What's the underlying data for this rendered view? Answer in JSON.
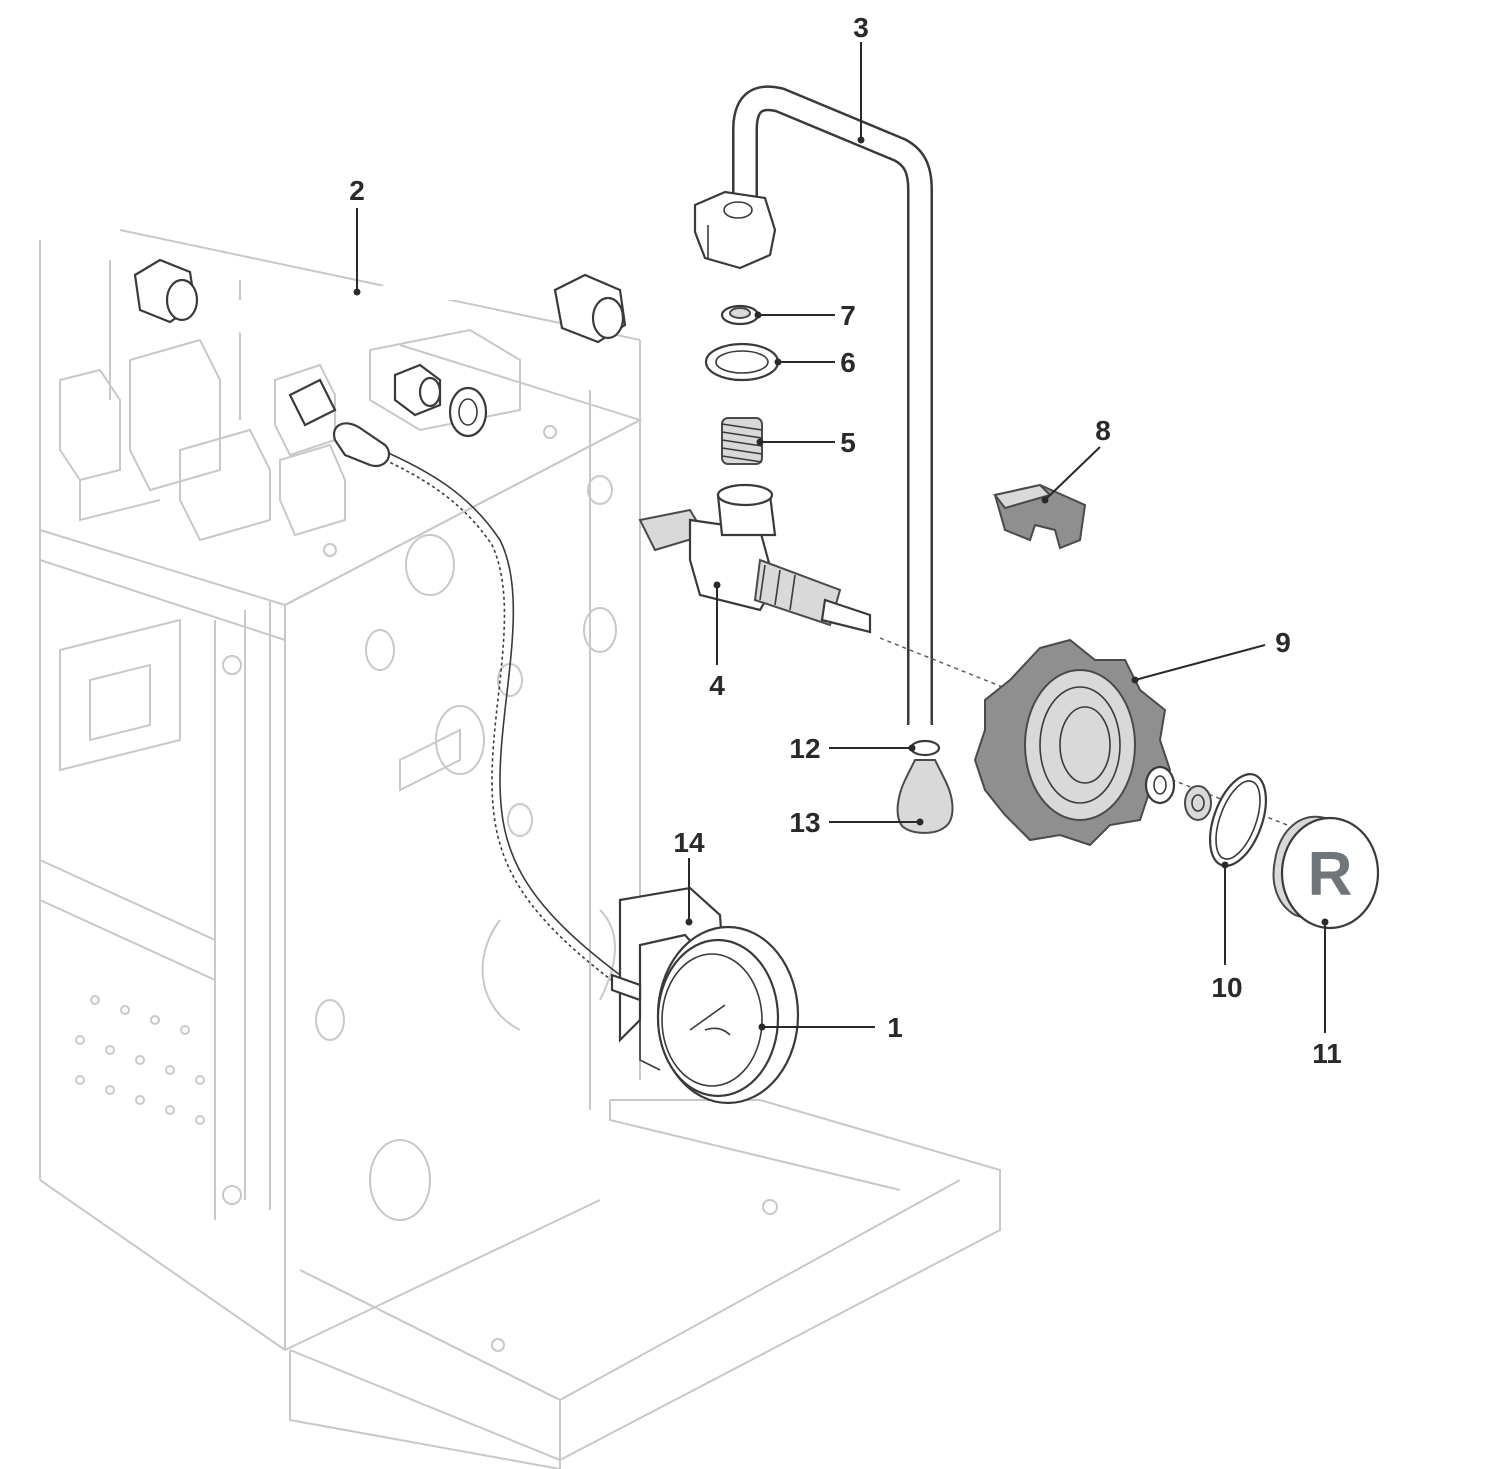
{
  "callouts": [
    {
      "id": "1",
      "text": "1"
    },
    {
      "id": "2",
      "text": "2"
    },
    {
      "id": "3",
      "text": "3"
    },
    {
      "id": "4",
      "text": "4"
    },
    {
      "id": "5",
      "text": "5"
    },
    {
      "id": "6",
      "text": "6"
    },
    {
      "id": "7",
      "text": "7"
    },
    {
      "id": "8",
      "text": "8"
    },
    {
      "id": "9",
      "text": "9"
    },
    {
      "id": "10",
      "text": "10"
    },
    {
      "id": "11",
      "text": "11"
    },
    {
      "id": "12",
      "text": "12"
    },
    {
      "id": "13",
      "text": "13"
    },
    {
      "id": "14",
      "text": "14"
    }
  ],
  "logo_letter": "R"
}
